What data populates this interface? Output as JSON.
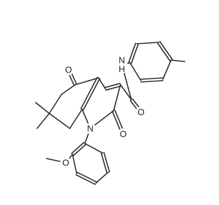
{
  "molecule": {
    "atoms": [
      {
        "id": "O_ketone",
        "symbol": "O",
        "color": "#e00000"
      },
      {
        "id": "N_amide",
        "symbol": "N",
        "h_label": "H",
        "color": "#1a1aa8"
      },
      {
        "id": "O_amide",
        "symbol": "O",
        "color": "#e00000"
      },
      {
        "id": "O_lactam",
        "symbol": "O",
        "color": "#e00000"
      },
      {
        "id": "N_ring",
        "symbol": "N",
        "color": "#1a1aa8"
      },
      {
        "id": "O_methoxy",
        "symbol": "O",
        "color": "#e00000"
      }
    ],
    "bond_color": "#2b2b2b"
  }
}
